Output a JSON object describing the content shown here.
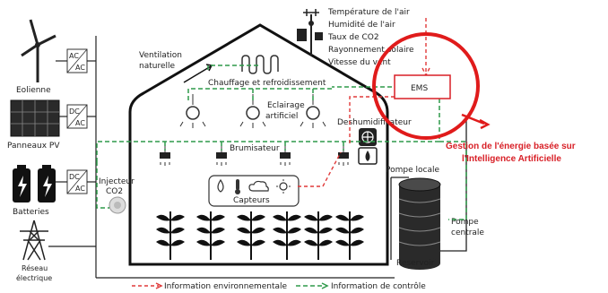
{
  "sources": {
    "wind": "Eolienne",
    "pv": "Panneaux PV",
    "batteries": "Batteries",
    "grid_line1": "Réseau",
    "grid_line2": "électrique"
  },
  "converters": {
    "ac_top": "AC",
    "ac_bottom": "AC",
    "dc_pv": "DC",
    "ac_pv": "AC",
    "dc_bat": "DC",
    "ac_bat": "AC"
  },
  "sensor_readings": [
    "Température de l'air",
    "Humidité de l'air",
    "Taux de CO2",
    "Rayonnement solaire",
    "Vitesse du vent"
  ],
  "greenhouse": {
    "ventilation_line1": "Ventilation",
    "ventilation_line2": "naturelle",
    "heating": "Chauffage et refroidissement",
    "lighting_line1": "Eclairage",
    "lighting_line2": "artificiel",
    "dehumidifier": "Deshumidificateur",
    "mister": "Brumisateur",
    "sensors": "Capteurs",
    "co2_line1": "Injecteur",
    "co2_line2": "CO2"
  },
  "water": {
    "local_pump": "Pompe locale",
    "central_pump_line1": "Pompe",
    "central_pump_line2": "centrale",
    "reservoir": "Reservoir"
  },
  "ems": {
    "label": "EMS",
    "callout_line1": "Gestion de l'énergie basée sur",
    "callout_line2": "l'Intelligence Artificielle"
  },
  "legend": {
    "env_info": "Information environnementale",
    "control_info": "Information de contrôle"
  },
  "colors": {
    "env_line": "#e03a3a",
    "control_line": "#2e9a4a",
    "highlight": "#e01b1b",
    "callout_text": "#d81f26"
  }
}
